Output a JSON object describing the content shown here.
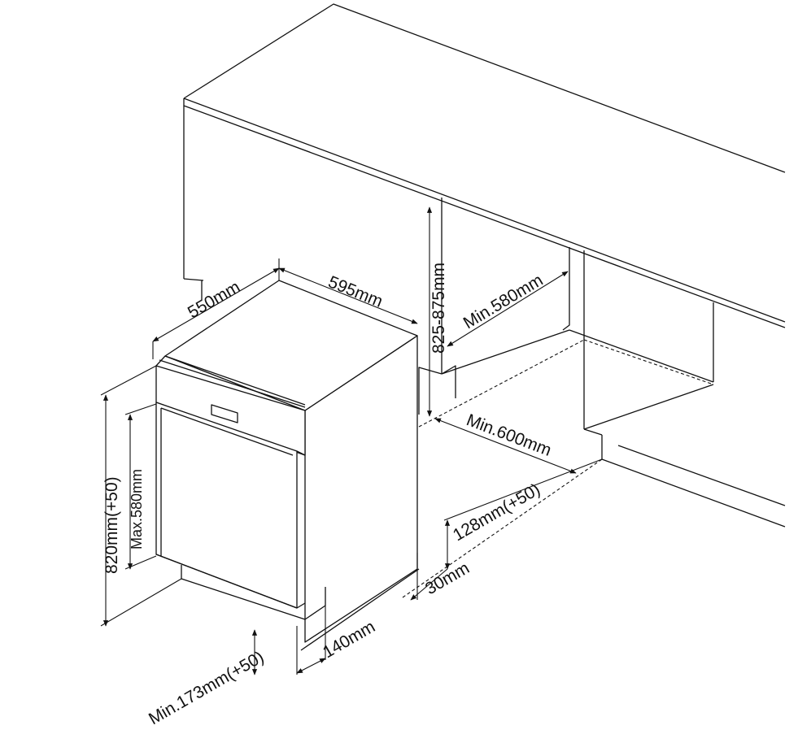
{
  "colors": {
    "line": "#111111",
    "background": "#ffffff"
  },
  "dimensions": {
    "width_550": "550mm",
    "width_595": "595mm",
    "niche_height": "825-875mm",
    "min_580": "Min.580mm",
    "min_600": "Min.600mm",
    "adj_128": "128mm(+50)",
    "plinth_30": "30mm",
    "height_820": "820mm(+50)",
    "door_max_580": "Max.580mm",
    "plinth_140": "140mm",
    "min_173": "Min.173mm(+50)"
  }
}
